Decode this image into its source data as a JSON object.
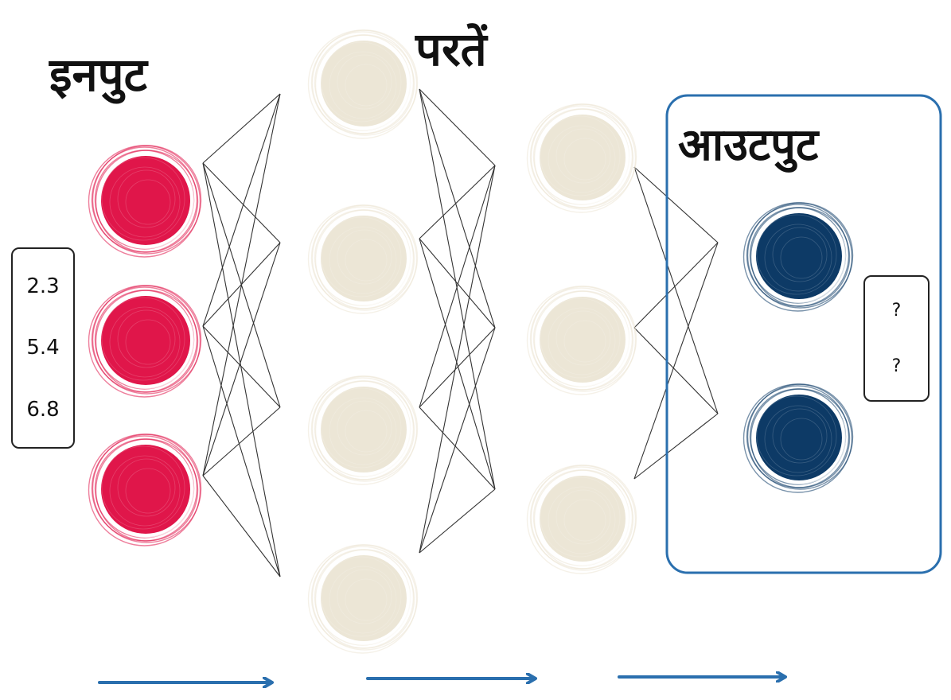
{
  "titles": {
    "input": "इनपुट",
    "layers": "परतें",
    "output": "आउटपुट"
  },
  "input_vector": [
    "2.3",
    "5.4",
    "6.8"
  ],
  "output_vector": [
    "?",
    "?"
  ],
  "layers": [
    {
      "role": "input",
      "nodes": 3,
      "color": "#e0164a"
    },
    {
      "role": "hidden",
      "nodes": 4,
      "color": "#ece6d6"
    },
    {
      "role": "hidden",
      "nodes": 3,
      "color": "#ece6d6"
    },
    {
      "role": "output",
      "nodes": 2,
      "color": "#0d3a66"
    }
  ],
  "colors": {
    "input_node": "#e0164a",
    "hidden_node": "#ece6d6",
    "output_node": "#0d3a66",
    "output_box": "#2a6fae",
    "arrow": "#2a6fae",
    "edge": "#333333"
  }
}
